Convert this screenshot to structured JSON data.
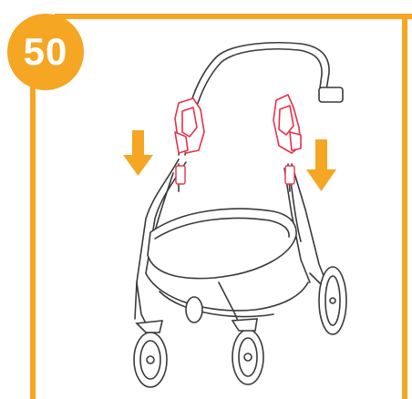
{
  "step": {
    "number": "50"
  },
  "colors": {
    "frame": "#f5a623",
    "arrow": "#f5a623",
    "highlight": "#e8304a",
    "line": "#3a3a3a"
  },
  "icons": [
    "step-badge",
    "down-arrow-icon",
    "stroller-illustration",
    "seat-adapter-icon"
  ]
}
